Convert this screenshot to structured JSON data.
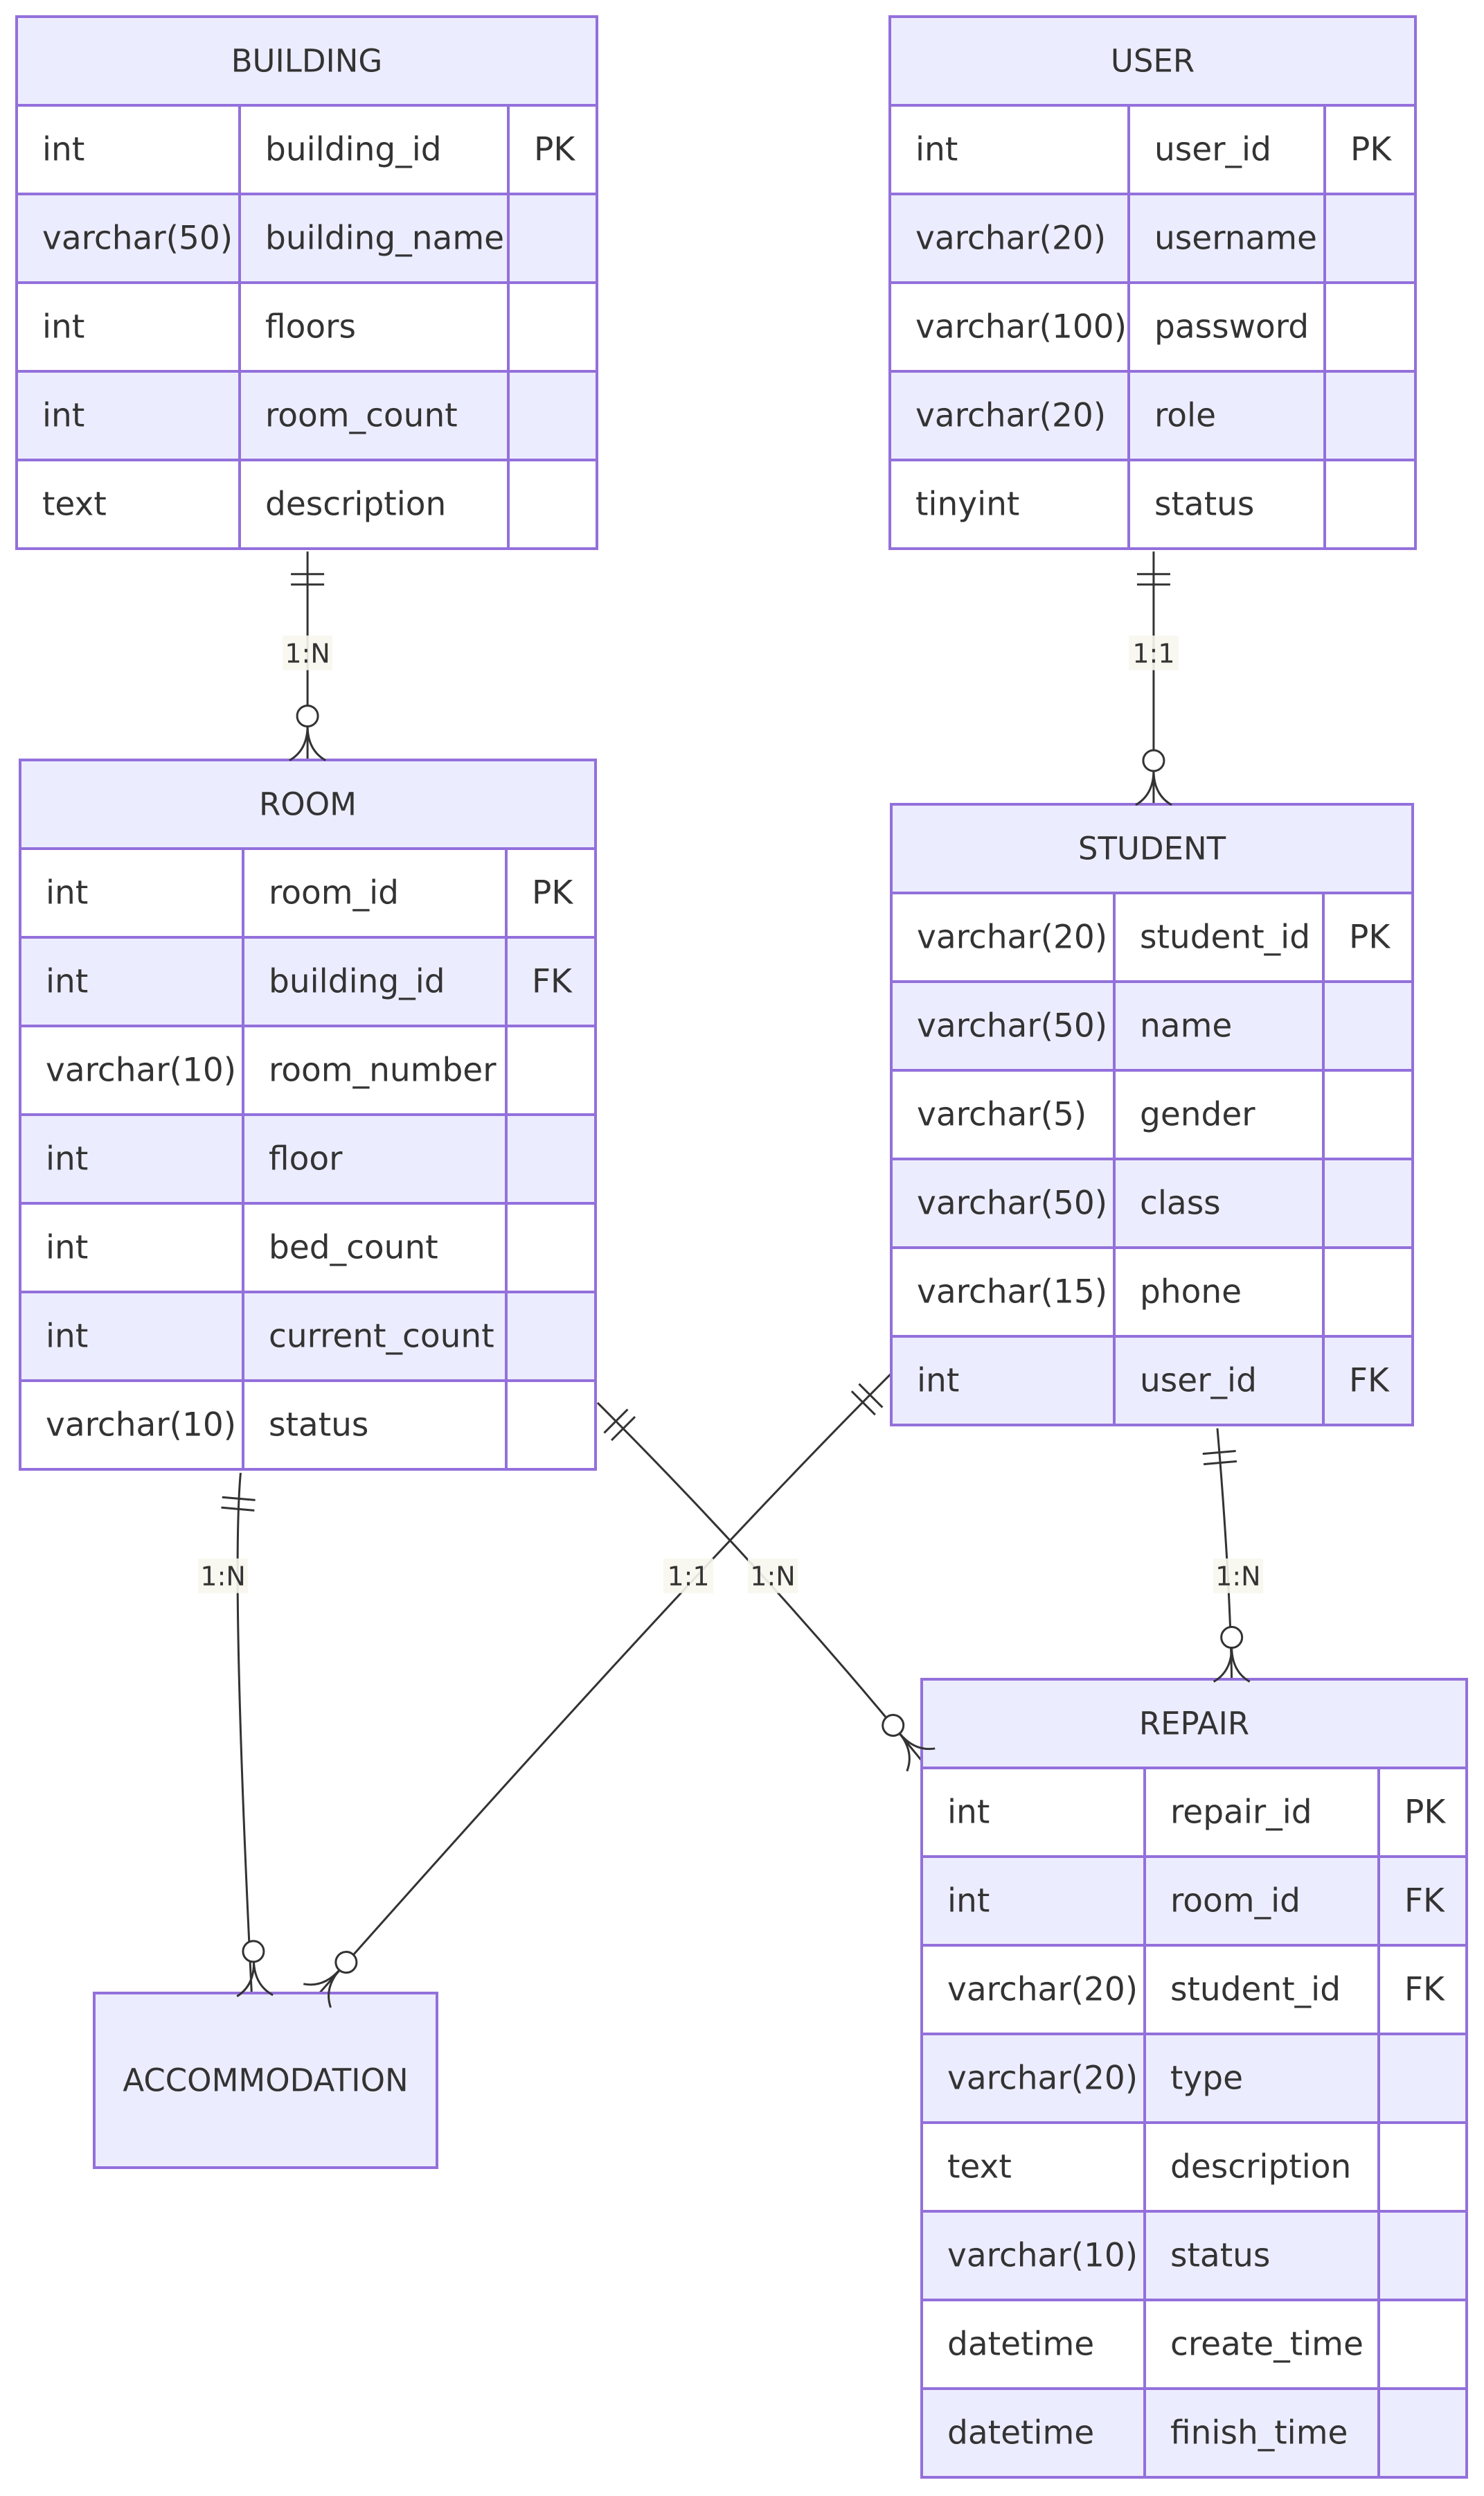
{
  "entities": [
    {
      "key": "building",
      "name": "BUILDING",
      "rows": [
        [
          "int",
          "building_id",
          "PK"
        ],
        [
          "varchar(50)",
          "building_name",
          ""
        ],
        [
          "int",
          "floors",
          ""
        ],
        [
          "int",
          "room_count",
          ""
        ],
        [
          "text",
          "description",
          ""
        ]
      ]
    },
    {
      "key": "user",
      "name": "USER",
      "rows": [
        [
          "int",
          "user_id",
          "PK"
        ],
        [
          "varchar(20)",
          "username",
          ""
        ],
        [
          "varchar(100)",
          "password",
          ""
        ],
        [
          "varchar(20)",
          "role",
          ""
        ],
        [
          "tinyint",
          "status",
          ""
        ]
      ]
    },
    {
      "key": "room",
      "name": "ROOM",
      "rows": [
        [
          "int",
          "room_id",
          "PK"
        ],
        [
          "int",
          "building_id",
          "FK"
        ],
        [
          "varchar(10)",
          "room_number",
          ""
        ],
        [
          "int",
          "floor",
          ""
        ],
        [
          "int",
          "bed_count",
          ""
        ],
        [
          "int",
          "current_count",
          ""
        ],
        [
          "varchar(10)",
          "status",
          ""
        ]
      ]
    },
    {
      "key": "student",
      "name": "STUDENT",
      "rows": [
        [
          "varchar(20)",
          "student_id",
          "PK"
        ],
        [
          "varchar(50)",
          "name",
          ""
        ],
        [
          "varchar(5)",
          "gender",
          ""
        ],
        [
          "varchar(50)",
          "class",
          ""
        ],
        [
          "varchar(15)",
          "phone",
          ""
        ],
        [
          "int",
          "user_id",
          "FK"
        ]
      ]
    },
    {
      "key": "repair",
      "name": "REPAIR",
      "rows": [
        [
          "int",
          "repair_id",
          "PK"
        ],
        [
          "int",
          "room_id",
          "FK"
        ],
        [
          "varchar(20)",
          "student_id",
          "FK"
        ],
        [
          "varchar(20)",
          "type",
          ""
        ],
        [
          "text",
          "description",
          ""
        ],
        [
          "varchar(10)",
          "status",
          ""
        ],
        [
          "datetime",
          "create_time",
          ""
        ],
        [
          "datetime",
          "finish_time",
          ""
        ]
      ]
    },
    {
      "key": "accommodation",
      "name": "ACCOMMODATION",
      "rows": []
    }
  ],
  "relationships": [
    {
      "from": "building",
      "to": "room",
      "label": "1:N"
    },
    {
      "from": "user",
      "to": "student",
      "label": "1:1"
    },
    {
      "from": "room",
      "to": "accommodation",
      "label": "1:N"
    },
    {
      "from": "student",
      "to": "accommodation",
      "label": "1:1"
    },
    {
      "from": "room",
      "to": "repair",
      "label": "1:N"
    },
    {
      "from": "student",
      "to": "repair",
      "label": "1:N"
    }
  ],
  "colors": {
    "entity_fill": "#ECECFF",
    "entity_stroke": "#9370DB",
    "line": "#333333",
    "label_bg": "#F7F7EE"
  }
}
